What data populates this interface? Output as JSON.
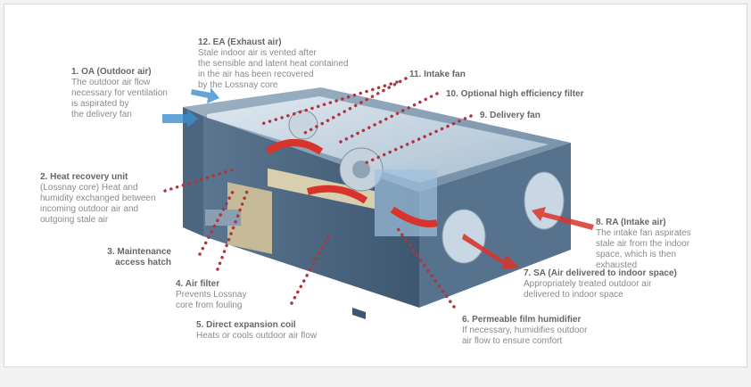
{
  "labels": [
    {
      "id": "oa",
      "title": "1. OA (Outdoor air)",
      "desc": "The outdoor air flow\nnecessary for ventilation\nis aspirated by\nthe delivery fan"
    },
    {
      "id": "heat-recovery",
      "title": "2. Heat recovery unit",
      "desc": "(Lossnay core) Heat and\nhumidity exchanged between\nincoming outdoor air and\noutgoing stale air"
    },
    {
      "id": "maintenance",
      "title": "3. Maintenance\naccess hatch",
      "desc": ""
    },
    {
      "id": "air-filter",
      "title": "4. Air filter",
      "desc": "Prevents Lossnay\ncore from fouling"
    },
    {
      "id": "dx-coil",
      "title": "5. Direct expansion coil",
      "desc": "Heats or cools outdoor air flow"
    },
    {
      "id": "humidifier",
      "title": "6. Permeable film humidifier",
      "desc": "If necessary, humidifies outdoor\nair flow to ensure comfort"
    },
    {
      "id": "sa",
      "title": "7. SA (Air delivered to indoor space)",
      "desc": "Appropriately treated outdoor air\ndelivered to indoor space"
    },
    {
      "id": "ra",
      "title": "8. RA (Intake air)",
      "desc": "The intake fan aspirates\nstale air from the indoor\nspace, which is then\nexhausted"
    },
    {
      "id": "delivery-fan",
      "title": "9. Delivery fan",
      "desc": ""
    },
    {
      "id": "hepa",
      "title": "10. Optional high efficiency filter",
      "desc": ""
    },
    {
      "id": "intake-fan",
      "title": "11. Intake fan",
      "desc": ""
    },
    {
      "id": "ea",
      "title": "12. EA (Exhaust air)",
      "desc": "Stale indoor air is vented after\nthe sensible and latent heat contained\nin the air has been recovered\nby the Lossnay core"
    }
  ],
  "colors": {
    "leader": "#b0343f",
    "arrow": "#d9342b",
    "unit": "#6f8ea8",
    "inlet": "#3c8fd0"
  }
}
